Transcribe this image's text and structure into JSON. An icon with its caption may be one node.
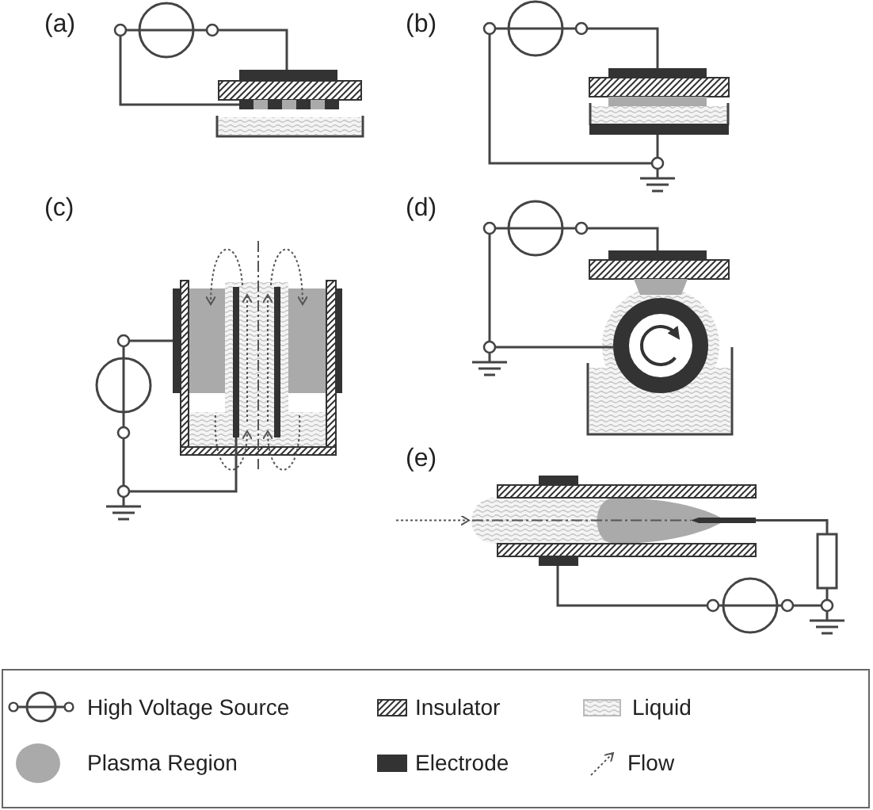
{
  "diagram": {
    "labels": [
      "(a)",
      "(b)",
      "(c)",
      "(d)",
      "(e)"
    ],
    "legend": [
      {
        "text": "High Voltage Source"
      },
      {
        "text": "Insulator"
      },
      {
        "text": "Liquid"
      },
      {
        "text": "Plasma Region",
        "color": "#aaaaaa"
      },
      {
        "text": "Electrode",
        "color": "#333333"
      },
      {
        "text": "Flow"
      }
    ]
  }
}
